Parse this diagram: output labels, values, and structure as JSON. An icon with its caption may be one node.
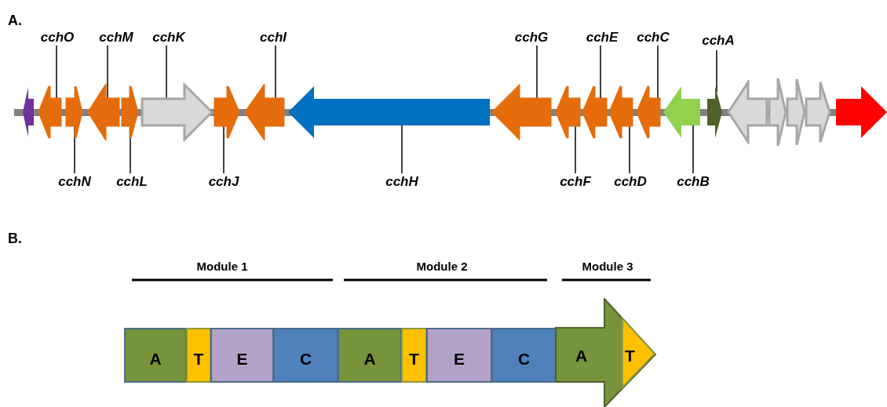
{
  "diagram": {
    "nodes": [
      {
        "text": [],
        "shape": "arrow"
      },
      {
        "text": [],
        "shape": "arrow"
      },
      {
        "text": [],
        "shape": "arrow"
      },
      {
        "text": [],
        "shape": "arrow"
      },
      {
        "text": [],
        "shape": "arrow"
      },
      {
        "text": [],
        "shape": "arrow"
      },
      {
        "text": [],
        "shape": "arrow"
      },
      {
        "text": [],
        "shape": "arrow"
      },
      {
        "text": [],
        "shape": "arrow"
      },
      {
        "text": [],
        "shape": "arrow"
      },
      {
        "text": [],
        "shape": "arrow"
      },
      {
        "text": [],
        "shape": "arrow"
      },
      {
        "text": [],
        "shape": "arrow"
      },
      {
        "text": [],
        "shape": "arrow"
      },
      {
        "text": [],
        "shape": "arrow"
      },
      {
        "text": [],
        "shape": "arrow"
      },
      {
        "text": [],
        "shape": "arrow"
      },
      {
        "text": [],
        "shape": "arrow"
      },
      {
        "text": [],
        "shape": "arrow"
      },
      {
        "text": [],
        "shape": "arrow"
      },
      {
        "text": [],
        "shape": "arrow"
      },
      {
        "text": [
          "cchO"
        ]
      },
      {
        "text": [
          "cchM"
        ]
      },
      {
        "text": [
          "cchK"
        ]
      },
      {
        "text": [
          "cchI"
        ]
      },
      {
        "text": [
          "cchG"
        ]
      },
      {
        "text": [
          "cchE"
        ]
      },
      {
        "text": [
          "cchC"
        ]
      },
      {
        "text": [
          "cchA"
        ]
      },
      {
        "text": [
          "cchN"
        ]
      },
      {
        "text": [
          "cchL"
        ]
      },
      {
        "text": [
          "cchJ"
        ]
      },
      {
        "text": [
          "cchH"
        ]
      },
      {
        "text": [
          "cchF"
        ]
      },
      {
        "text": [
          "cchD"
        ]
      },
      {
        "text": [
          "cchB"
        ]
      },
      {
        "text": [
          "A"
        ]
      },
      {
        "text": [
          "T"
        ]
      },
      {
        "text": [
          "E"
        ]
      },
      {
        "text": [
          "C"
        ]
      },
      {
        "text": [
          "A"
        ]
      },
      {
        "text": [
          "T"
        ]
      },
      {
        "text": [
          "E"
        ]
      },
      {
        "text": [
          "C"
        ]
      },
      {
        "text": [
          "A"
        ]
      },
      {
        "text": [
          "T"
        ],
        "in": 44
      }
    ],
    "edges": [
      {
        "from": 21,
        "to": 1,
        "arrow": "none"
      },
      {
        "from": 22,
        "to": 3,
        "arrow": "none"
      },
      {
        "from": 23,
        "to": 5,
        "arrow": "none"
      },
      {
        "from": 24,
        "to": 7,
        "arrow": "none"
      },
      {
        "from": 25,
        "to": 9,
        "arrow": "none"
      },
      {
        "from": 26,
        "to": 11,
        "arrow": "none"
      },
      {
        "from": 27,
        "to": 13,
        "arrow": "none"
      },
      {
        "from": 28,
        "to": 15,
        "arrow": "none"
      },
      {
        "from": 29,
        "to": 2,
        "arrow": "none"
      },
      {
        "from": 30,
        "to": 4,
        "arrow": "none"
      },
      {
        "from": 31,
        "to": 6,
        "arrow": "none"
      },
      {
        "from": 32,
        "to": 8,
        "arrow": "none"
      },
      {
        "from": 33,
        "to": 10,
        "arrow": "none"
      },
      {
        "from": 34,
        "to": 12,
        "arrow": "none"
      },
      {
        "from": 35,
        "to": 14,
        "arrow": "none"
      }
    ],
    "labels": [
      "A.",
      "B.",
      "Module 1",
      "Module 2",
      "Module 3"
    ]
  }
}
